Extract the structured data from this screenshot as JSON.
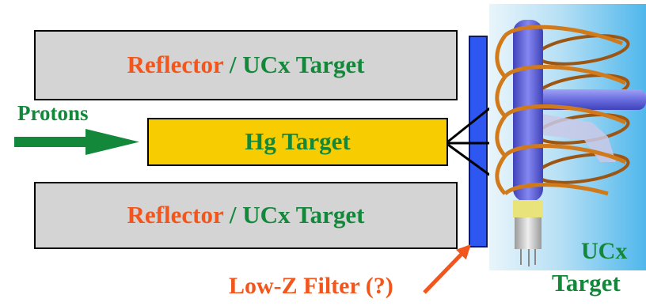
{
  "reflector_top": {
    "word1": "Reflector",
    "sep": " / ",
    "word2": "UCx Target"
  },
  "reflector_bottom": {
    "word1": "Reflector",
    "sep": " / ",
    "word2": "UCx Target"
  },
  "protons_label": "Protons",
  "hg_label": "Hg Target",
  "filter_label": "Low-Z Filter (?)",
  "ucx_label_line1": "UCx",
  "ucx_label_line2": "Target",
  "colors": {
    "orange": "#f2561d",
    "green": "#13883b",
    "reflector": "#d4d4d4",
    "hg": "#f7cc00",
    "filter": "#2d57f0",
    "panel_bg": "#5fc0ee",
    "tube": "#6f72e8",
    "coil": "#c8741c"
  },
  "icons": [
    "proton-beam-arrow",
    "output-arrow",
    "filter-pointer-arrow",
    "target-coil-illustration"
  ]
}
